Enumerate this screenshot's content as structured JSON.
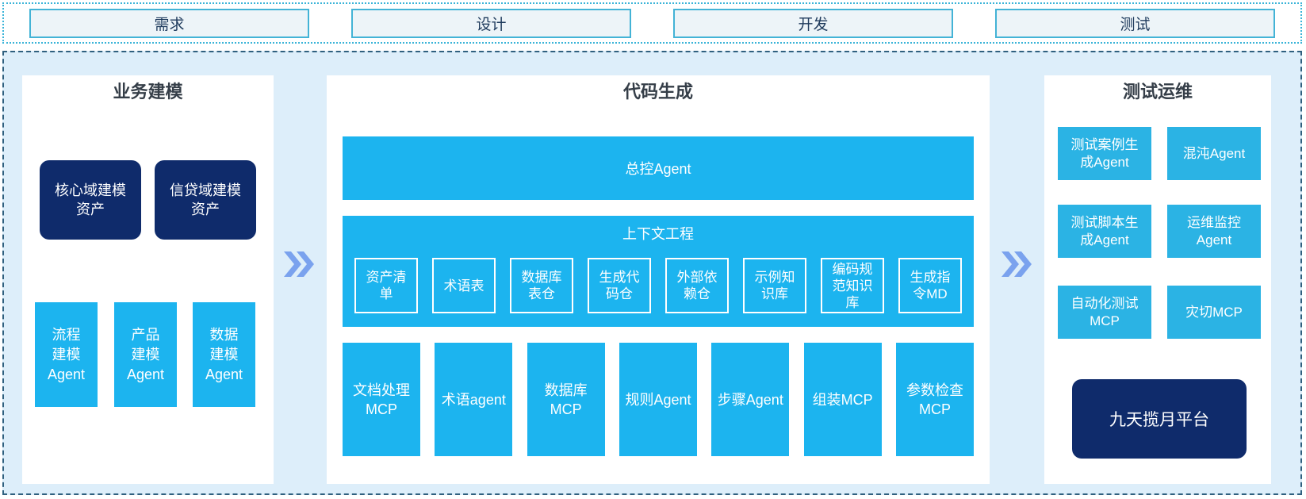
{
  "colors": {
    "cyan": "#1cb4ef",
    "cyan-right": "#2bb3e4",
    "navy": "#0f2b6b",
    "area-bg": "#ddeefa",
    "dash-border": "#2f607f",
    "strip-border": "#3ab4d8",
    "phase-bg": "#edf4f8",
    "phase-border": "#43b3d6",
    "phase-text": "#1e3a5c",
    "title-text": "#353e48",
    "chevron": "#7aa2ee"
  },
  "phases": [
    "需求",
    "设计",
    "开发",
    "测试"
  ],
  "business": {
    "title": "业务建模",
    "assets": [
      "核心域建模\n资产",
      "信贷域建模\n资产"
    ],
    "agents": [
      "流程\n建模\nAgent",
      "产品\n建模\nAgent",
      "数据\n建模\nAgent"
    ]
  },
  "codegen": {
    "title": "代码生成",
    "master_agent": "总控Agent",
    "context": {
      "title": "上下文工程",
      "items": [
        "资产清\n单",
        "术语表",
        "数据库\n表仓",
        "生成代\n码仓",
        "外部依\n赖仓",
        "示例知\n识库",
        "编码规\n范知识\n库",
        "生成指\n令MD"
      ]
    },
    "tools": [
      "文档处理\nMCP",
      "术语agent",
      "数据库\nMCP",
      "规则Agent",
      "步骤Agent",
      "组装MCP",
      "参数检查\nMCP"
    ]
  },
  "testops": {
    "title": "测试运维",
    "boxes": [
      "测试案例生\n成Agent",
      "混沌Agent",
      "测试脚本生\n成Agent",
      "运维监控\nAgent",
      "自动化测试\nMCP",
      "灾切MCP"
    ],
    "platform": "九天揽月平台"
  }
}
